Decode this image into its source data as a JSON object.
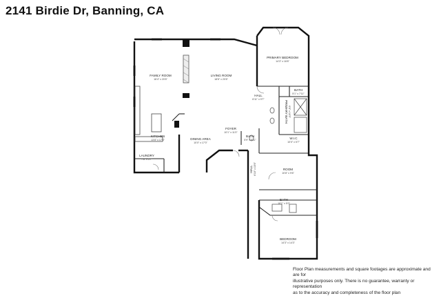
{
  "title": "2141 Birdie Dr, Banning, CA",
  "rooms": {
    "family": {
      "name": "FAMILY ROOM",
      "dims": "16'4\" x 20'6\""
    },
    "living": {
      "name": "LIVING ROOM",
      "dims": "18'6\" x 20'6\""
    },
    "primary": {
      "name": "PRIMARY BEDROOM",
      "dims": "14'3\" x 16'6\""
    },
    "hall": {
      "name": "HALL",
      "dims": "6'11\" x 9'7\""
    },
    "bath1": {
      "name": "BATH",
      "dims": "5'1\" x 7'11\""
    },
    "primarybath": {
      "name": "PRIMARY BATH",
      "dims": "6'8\" x 10'5\""
    },
    "wic": {
      "name": "W.I.C",
      "dims": "10'0\" x 5'7\""
    },
    "kitchen": {
      "name": "KITCHEN",
      "dims": "13'8\" x 17'6\""
    },
    "dining": {
      "name": "DINING AREA",
      "dims": "10'0\" x 17'0\""
    },
    "foyer": {
      "name": "FOYER",
      "dims": "10'1\" x 11'0\""
    },
    "bath2": {
      "name": "BATH",
      "dims": "5'9\" x 8'11\""
    },
    "laundry": {
      "name": "LAUNDRY",
      "dims": "7'8\" x 5'7\""
    },
    "hall2": {
      "name": "HALL",
      "dims": "6'10\" x 15'6\""
    },
    "room": {
      "name": "ROOM",
      "dims": "10'8\" x 9'6\""
    },
    "bath3": {
      "name": "BATH",
      "dims": "10'1\" x 5'0\""
    },
    "bedroom": {
      "name": "BEDROOM",
      "dims": "14'3\" x 14'3\""
    }
  },
  "disclaimer": {
    "line1": "Floor Plan measurements and square footages are approximate and are for",
    "line2": "illustrative purposes only. There is no guarantee, warranty or representation",
    "line3": "as to the accuracy and completeness of the floor plan"
  }
}
